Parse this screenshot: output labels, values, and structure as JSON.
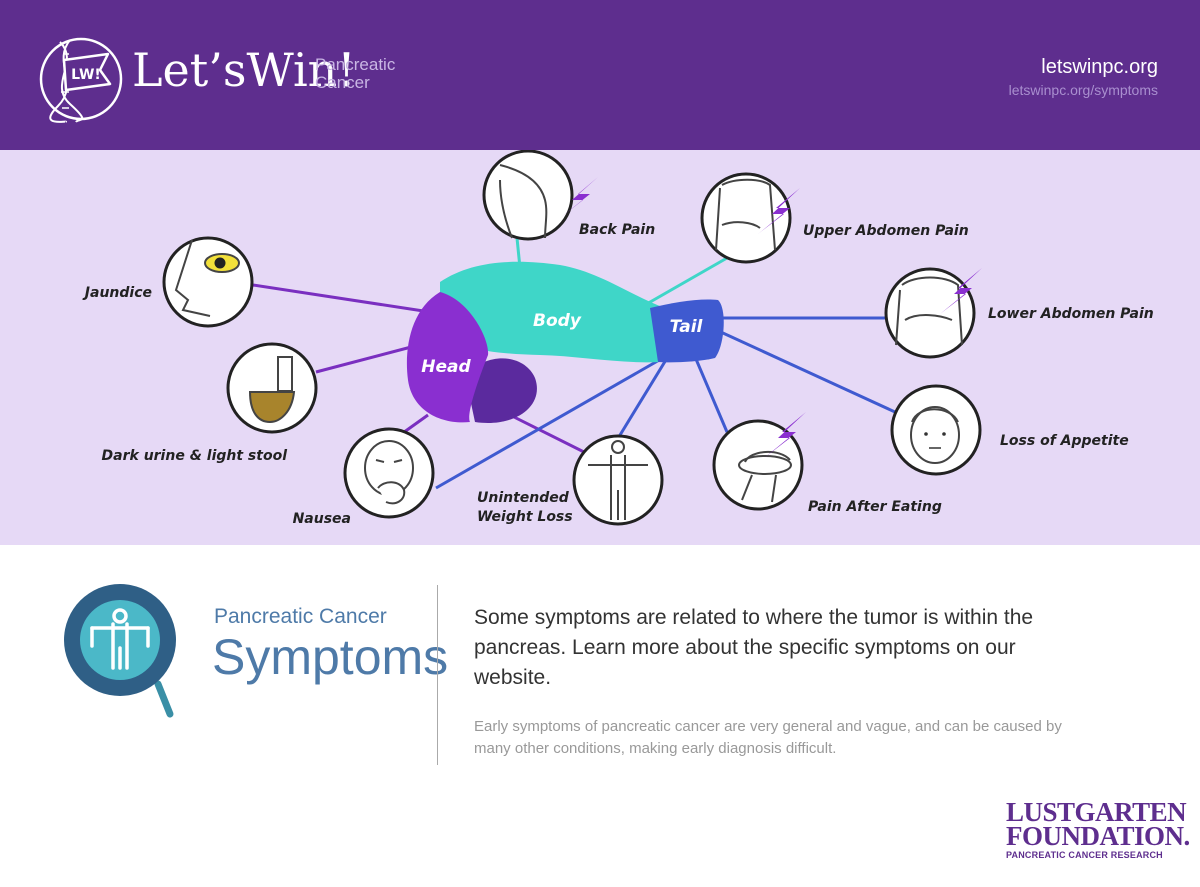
{
  "header": {
    "logo_text": "LW!",
    "brand": "Let’sWin!",
    "brand_sub": "Pancreatic Cancer",
    "url": "letswinpc.org",
    "url_sub": "letswinpc.org/symptoms"
  },
  "diagram": {
    "organ": {
      "head": "Head",
      "body": "Body",
      "tail": "Tail"
    },
    "symptoms": {
      "back_pain": "Back Pain",
      "upper_abdomen_pain": "Upper Abdomen Pain",
      "jaundice": "Jaundice",
      "lower_abdomen_pain": "Lower Abdomen Pain",
      "dark_urine": "Dark urine & light stool",
      "loss_of_appetite": "Loss of Appetite",
      "nausea": "Nausea",
      "weight_loss_line1": "Unintended",
      "weight_loss_line2": "Weight Loss",
      "pain_after_eating": "Pain After Eating"
    }
  },
  "info": {
    "title_small": "Pancreatic Cancer",
    "title_big": "Symptoms",
    "body": "Some symptoms are related to where the tumor is within the pancreas. Learn more about the specific symptoms on our website.",
    "note": "Early symptoms of pancreatic cancer are very general and vague, and can be caused by many other conditions, making early diagnosis difficult."
  },
  "footer": {
    "foundation_line1": "LUSTGARTEN",
    "foundation_line2": "FOUNDATION.",
    "foundation_line3": "PANCREATIC CANCER RESEARCH"
  },
  "colors": {
    "header_bg": "#5e2e8e",
    "band_bg": "#e6d9f6",
    "head_purple": "#8a2fd0",
    "body_teal": "#3fd6c8",
    "tail_blue": "#3f5ad0",
    "lightning": "#8a2fd0",
    "title_blue": "#4e7aa8"
  },
  "icons": [
    "dna-helix-icon",
    "flag-icon",
    "lightning-icon",
    "eye-icon",
    "toilet-icon",
    "face-icon",
    "body-outline-icon",
    "plate-icon",
    "magnifier-person-icon"
  ]
}
